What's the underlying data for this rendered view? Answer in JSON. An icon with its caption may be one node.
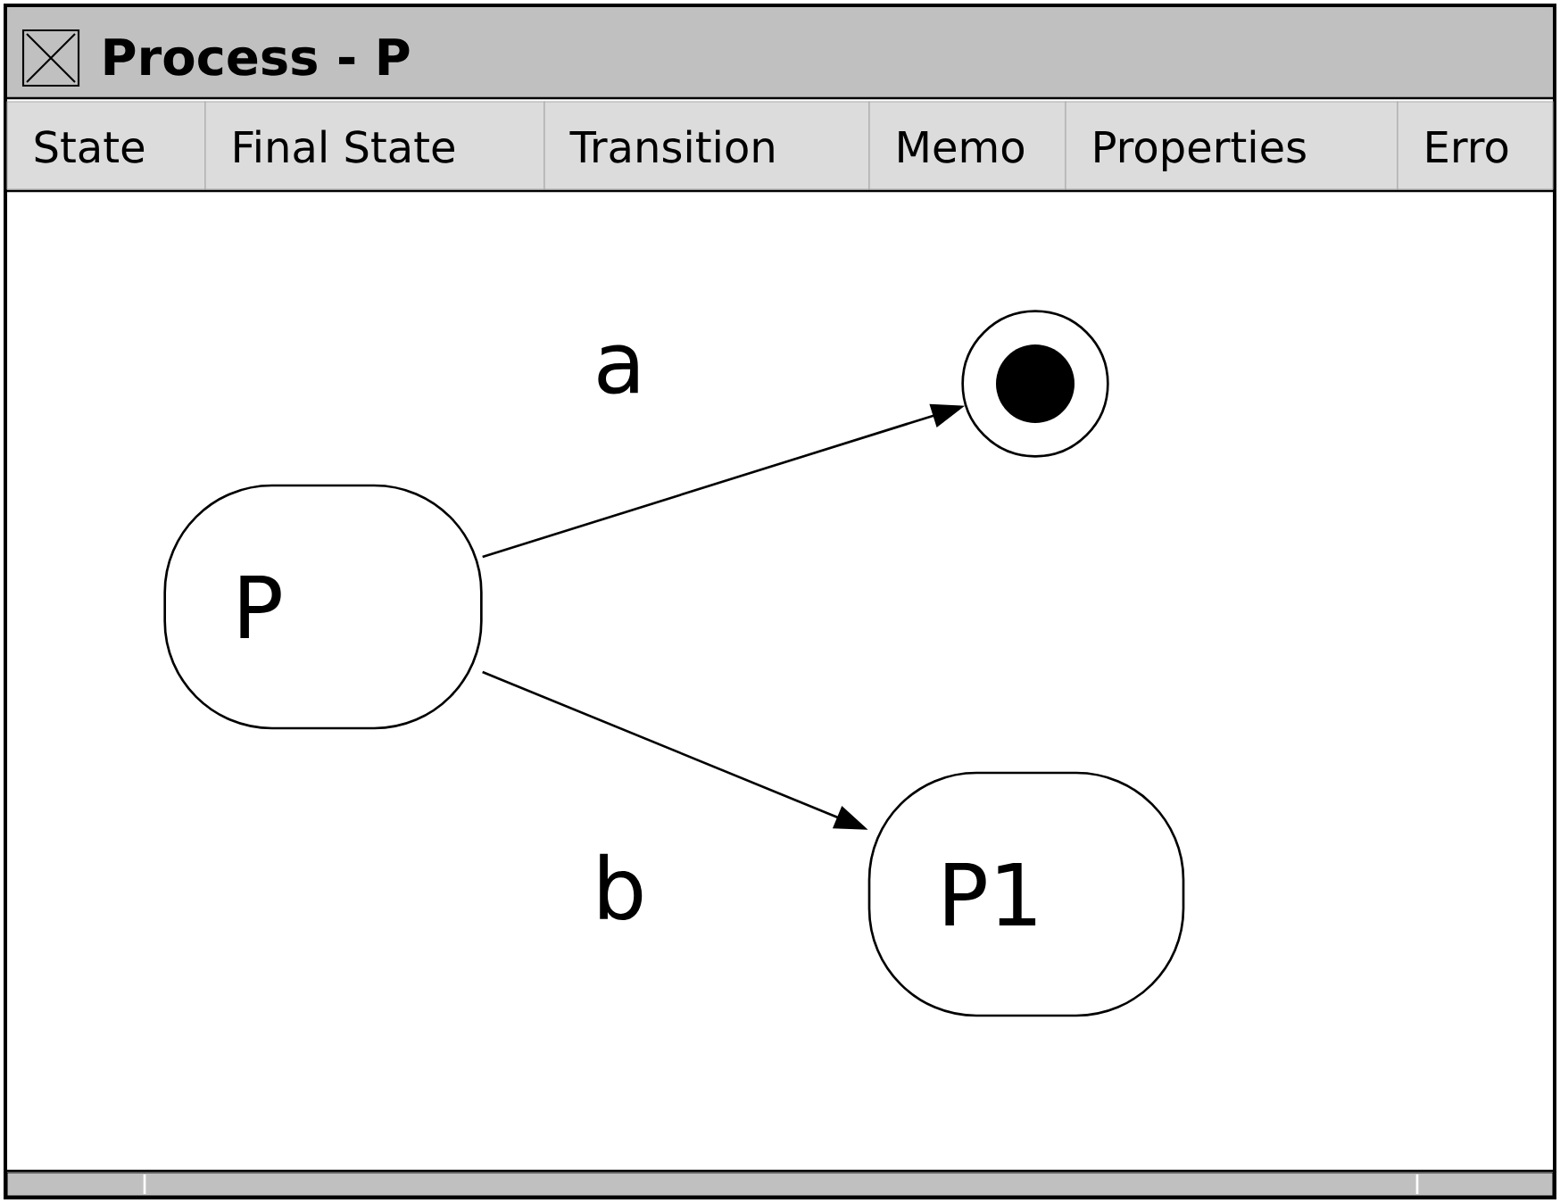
{
  "diagram": {
    "title": "Process - P",
    "nodes": [
      {
        "text": [
          "P"
        ]
      },
      {
        "text": [],
        "shape": "circle"
      },
      {
        "text": [
          "P1"
        ]
      }
    ],
    "edges": [
      {
        "from": 0,
        "to": 1,
        "arrow": "to",
        "label": "a"
      },
      {
        "from": 0,
        "to": 2,
        "arrow": "to",
        "label": "b"
      }
    ],
    "labels": [
      "State",
      "Final State",
      "Transition",
      "Memo",
      "Properties",
      "Erro"
    ]
  }
}
